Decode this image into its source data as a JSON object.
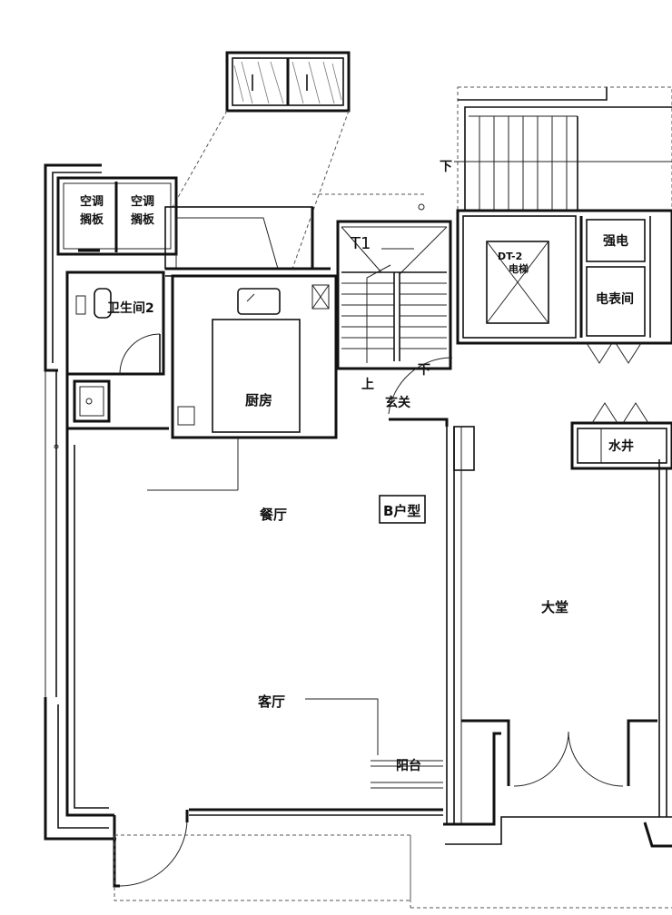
{
  "rooms": {
    "ac_left": "空调\n搁板",
    "ac_right": "空调\n搁板",
    "bathroom": "卫生间2",
    "kitchen": "厨房",
    "dining": "餐厅",
    "living": "客厅",
    "balcony": "阳台",
    "entrance": "玄关",
    "lobby": "大堂",
    "elevator": "DT-2\n电梯",
    "strong_well": "强电",
    "meter_room": "电表间",
    "water_well": "水井",
    "unit_tag": "B户型"
  },
  "stairs": {
    "tag": "T1",
    "up": "上",
    "down_1": "下",
    "down_2": "下"
  }
}
